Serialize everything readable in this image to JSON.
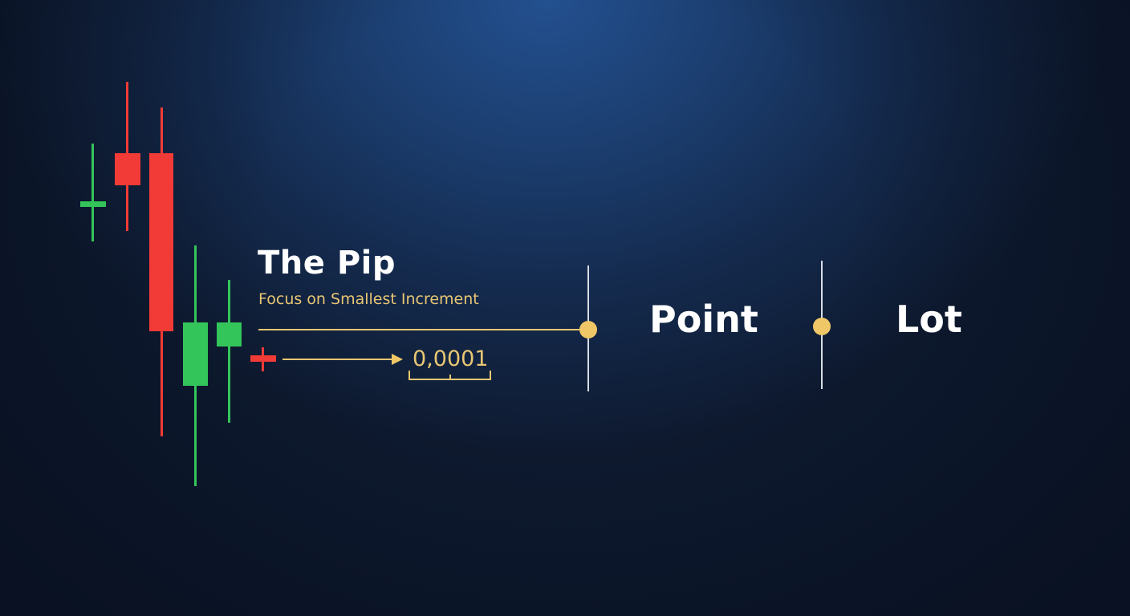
{
  "diagram": {
    "title": "The Pip",
    "subtitle": "Focus on Smallest Increment",
    "example_value": "0,0001",
    "timeline_terms": [
      "Point",
      "Lot"
    ],
    "colors": {
      "bullish": "#34c55a",
      "bearish": "#f23b36",
      "accent_gold": "#f0c767",
      "subtitle_gold": "#e8c673",
      "background": "#16305a"
    },
    "candles": [
      {
        "type": "bullish",
        "style": "doji"
      },
      {
        "type": "bearish",
        "style": "small-body"
      },
      {
        "type": "bearish",
        "style": "long-body"
      },
      {
        "type": "bullish",
        "style": "medium-body"
      },
      {
        "type": "bullish",
        "style": "small-body"
      },
      {
        "type": "bearish",
        "style": "doji"
      }
    ]
  }
}
